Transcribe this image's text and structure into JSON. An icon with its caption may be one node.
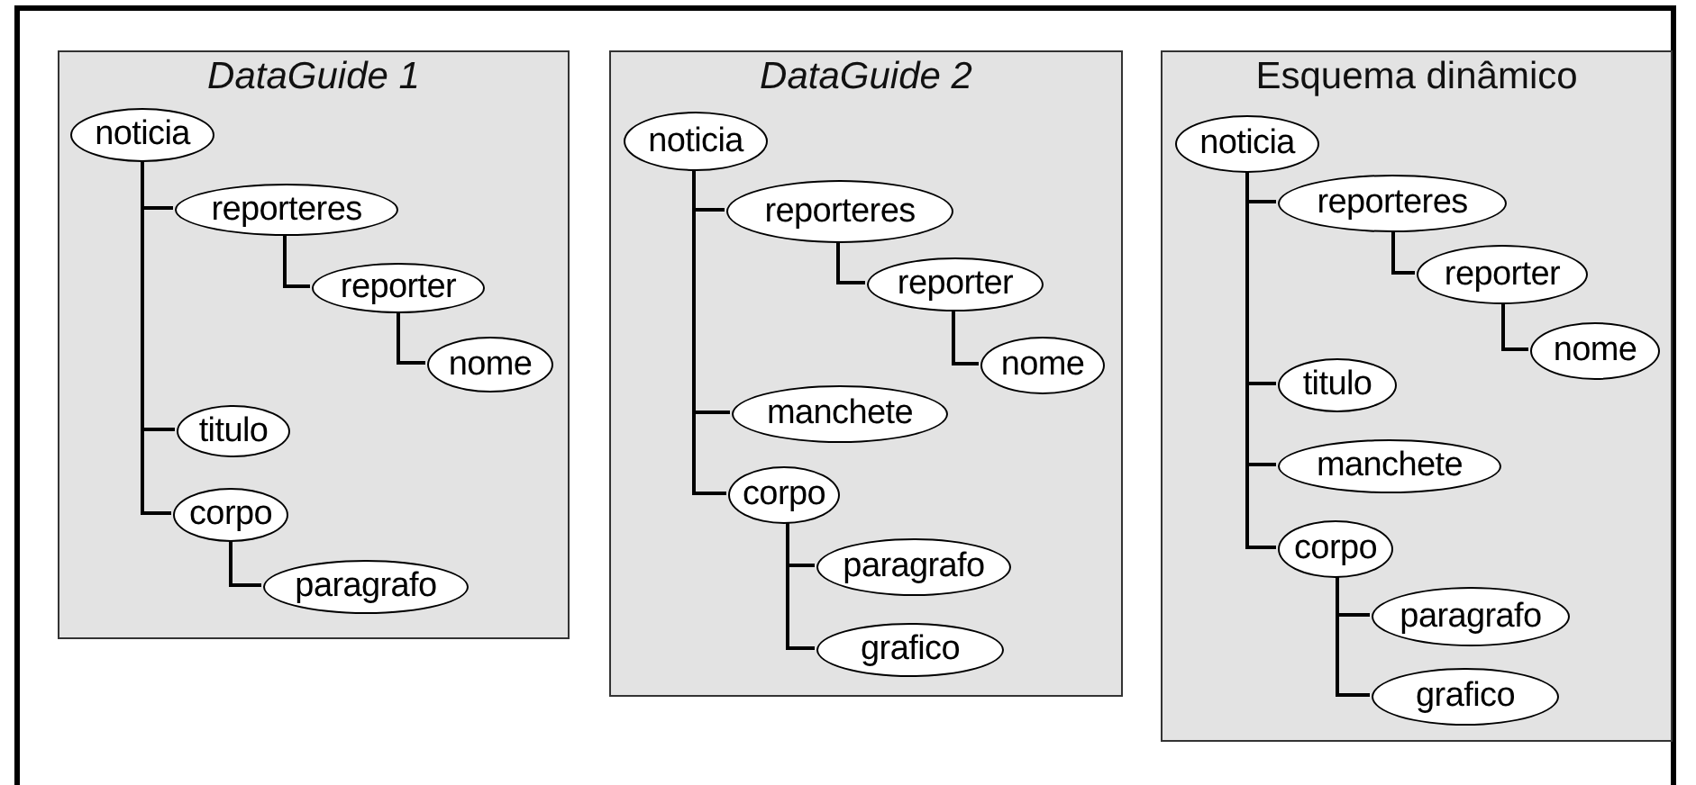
{
  "diagram": {
    "nodes": [
      {
        "text": [
          "DataGuide 1"
        ]
      },
      {
        "text": [
          "noticia"
        ],
        "in": 0
      },
      {
        "text": [
          "reporteres"
        ],
        "in": 0
      },
      {
        "text": [
          "reporter"
        ],
        "in": 0
      },
      {
        "text": [
          "nome"
        ],
        "in": 0
      },
      {
        "text": [
          "titulo"
        ],
        "in": 0
      },
      {
        "text": [
          "corpo"
        ],
        "in": 0
      },
      {
        "text": [
          "paragrafo"
        ],
        "in": 0
      },
      {
        "text": [
          "DataGuide 2"
        ]
      },
      {
        "text": [
          "noticia"
        ],
        "in": 8
      },
      {
        "text": [
          "reporteres"
        ],
        "in": 8
      },
      {
        "text": [
          "reporter"
        ],
        "in": 8
      },
      {
        "text": [
          "nome"
        ],
        "in": 8
      },
      {
        "text": [
          "manchete"
        ],
        "in": 8
      },
      {
        "text": [
          "corpo"
        ],
        "in": 8
      },
      {
        "text": [
          "paragrafo"
        ],
        "in": 8
      },
      {
        "text": [
          "grafico"
        ],
        "in": 8
      },
      {
        "text": [
          "Esquema dinâmico"
        ]
      },
      {
        "text": [
          "noticia"
        ],
        "in": 17
      },
      {
        "text": [
          "reporteres"
        ],
        "in": 17
      },
      {
        "text": [
          "reporter"
        ],
        "in": 17
      },
      {
        "text": [
          "nome"
        ],
        "in": 17
      },
      {
        "text": [
          "titulo"
        ],
        "in": 17
      },
      {
        "text": [
          "manchete"
        ],
        "in": 17
      },
      {
        "text": [
          "corpo"
        ],
        "in": 17
      },
      {
        "text": [
          "paragrafo"
        ],
        "in": 17
      },
      {
        "text": [
          "grafico"
        ],
        "in": 17
      }
    ],
    "edges": [
      {
        "from": 1,
        "to": 2,
        "arrow": "none"
      },
      {
        "from": 2,
        "to": 3,
        "arrow": "none"
      },
      {
        "from": 3,
        "to": 4,
        "arrow": "none"
      },
      {
        "from": 1,
        "to": 5,
        "arrow": "none"
      },
      {
        "from": 1,
        "to": 6,
        "arrow": "none"
      },
      {
        "from": 6,
        "to": 7,
        "arrow": "none"
      },
      {
        "from": 9,
        "to": 10,
        "arrow": "none"
      },
      {
        "from": 10,
        "to": 11,
        "arrow": "none"
      },
      {
        "from": 11,
        "to": 12,
        "arrow": "none"
      },
      {
        "from": 9,
        "to": 13,
        "arrow": "none"
      },
      {
        "from": 9,
        "to": 14,
        "arrow": "none"
      },
      {
        "from": 14,
        "to": 15,
        "arrow": "none"
      },
      {
        "from": 14,
        "to": 16,
        "arrow": "none"
      },
      {
        "from": 18,
        "to": 19,
        "arrow": "none"
      },
      {
        "from": 19,
        "to": 20,
        "arrow": "none"
      },
      {
        "from": 20,
        "to": 21,
        "arrow": "none"
      },
      {
        "from": 18,
        "to": 22,
        "arrow": "none"
      },
      {
        "from": 18,
        "to": 23,
        "arrow": "none"
      },
      {
        "from": 18,
        "to": 24,
        "arrow": "none"
      },
      {
        "from": 24,
        "to": 25,
        "arrow": "none"
      },
      {
        "from": 24,
        "to": 26,
        "arrow": "none"
      }
    ]
  }
}
